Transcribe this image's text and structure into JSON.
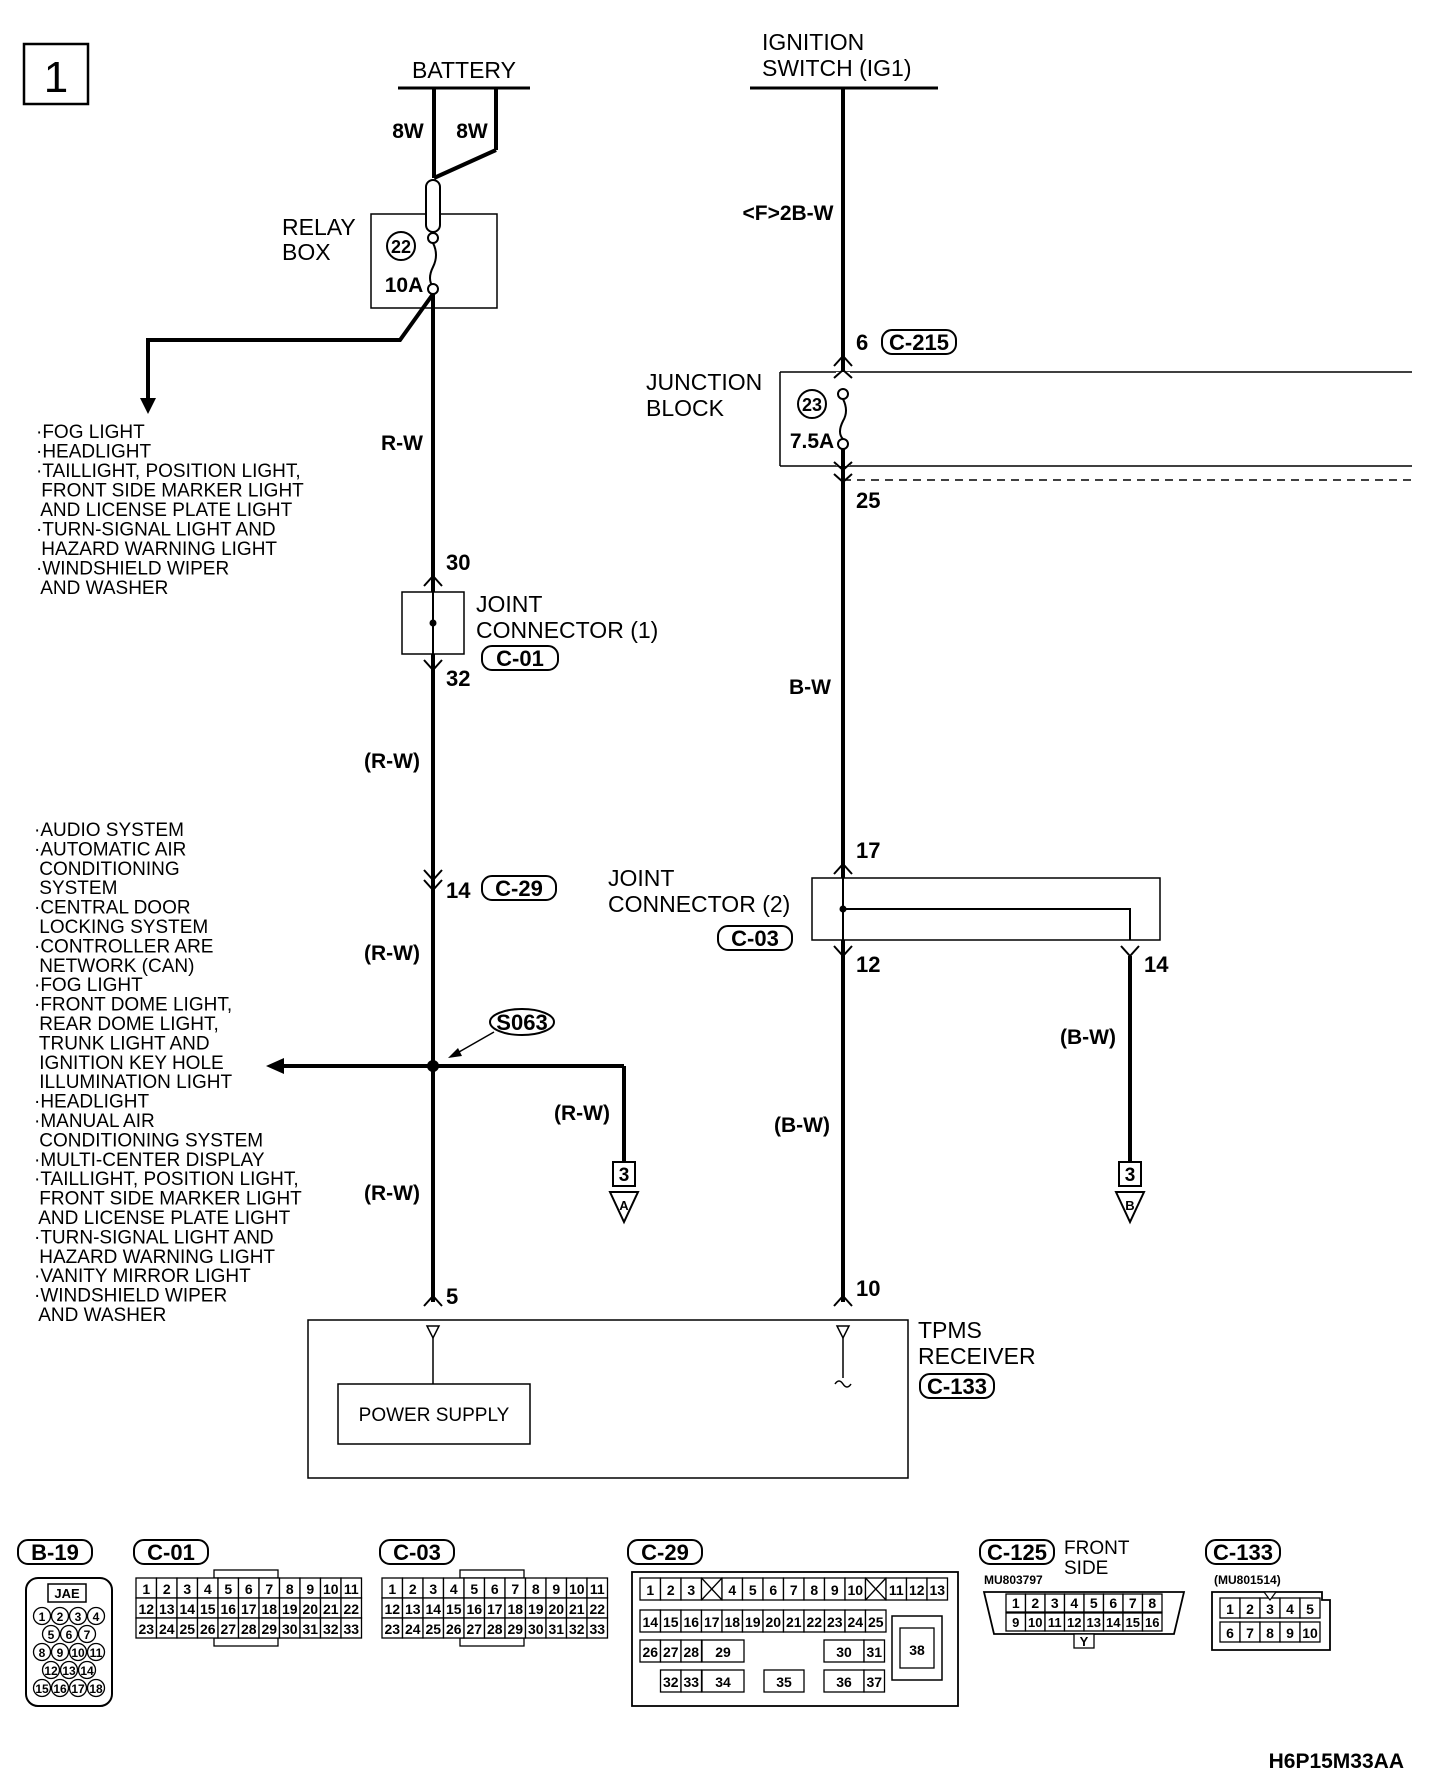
{
  "page_number": "1",
  "battery": {
    "label": "BATTERY",
    "wire_left": "8W",
    "wire_right": "8W"
  },
  "relay_box": {
    "label_line1": "RELAY",
    "label_line2": "BOX",
    "fuse_number": "22",
    "fuse_rating": "10A"
  },
  "ignition_switch": {
    "label_line1": "IGNITION",
    "label_line2": "SWITCH (IG1)",
    "wire": "<F>2B-W"
  },
  "fog_branch_list": [
    "·FOG LIGHT",
    "·HEADLIGHT",
    "·TAILLIGHT, POSITION LIGHT,",
    " FRONT SIDE MARKER LIGHT",
    " AND LICENSE PLATE LIGHT",
    "·TURN-SIGNAL LIGHT AND",
    " HAZARD WARNING LIGHT",
    "·WINDSHIELD WIPER",
    " AND WASHER"
  ],
  "wires": {
    "rw1": "R-W",
    "rw2": "(R-W)",
    "rw3": "(R-W)",
    "rw4": "(R-W)",
    "rw_branch": "(R-W)",
    "bw1": "B-W",
    "bw2": "(B-W)",
    "bw3": "(B-W)"
  },
  "junction_block": {
    "label_line1": "JUNCTION",
    "label_line2": "BLOCK",
    "fuse_number": "23",
    "fuse_rating": "7.5A",
    "pin_in": "6",
    "connector_in": "C-215",
    "pin_out": "25"
  },
  "joint_connector_1": {
    "label_line1": "JOINT",
    "label_line2": "CONNECTOR (1)",
    "connector": "C-01",
    "pin_in": "30",
    "pin_out": "32"
  },
  "c29_pin": {
    "pin": "14",
    "connector": "C-29"
  },
  "splice": {
    "label": "S063"
  },
  "splice_branch_list": [
    "·AUDIO SYSTEM",
    "·AUTOMATIC AIR",
    " CONDITIONING",
    " SYSTEM",
    "·CENTRAL DOOR",
    " LOCKING SYSTEM",
    "·CONTROLLER ARE",
    " NETWORK (CAN)",
    "·FOG LIGHT",
    "·FRONT DOME LIGHT,",
    " REAR DOME LIGHT,",
    " TRUNK LIGHT AND",
    " IGNITION KEY HOLE",
    " ILLUMINATION LIGHT",
    "·HEADLIGHT",
    "·MANUAL AIR",
    " CONDITIONING SYSTEM",
    "·MULTI-CENTER DISPLAY",
    "·TAILLIGHT, POSITION LIGHT,",
    " FRONT SIDE MARKER LIGHT",
    " AND LICENSE PLATE LIGHT",
    "·TURN-SIGNAL LIGHT AND",
    " HAZARD WARNING LIGHT",
    "·VANITY MIRROR LIGHT",
    "·WINDSHIELD WIPER",
    " AND WASHER"
  ],
  "joint_connector_2": {
    "label_line1": "JOINT",
    "label_line2": "CONNECTOR (2)",
    "connector": "C-03",
    "pin_in": "17",
    "pin_out": "12",
    "pin_branch": "14"
  },
  "page_refs": {
    "a_page": "3",
    "a_letter": "A",
    "b_page": "3",
    "b_letter": "B"
  },
  "tpms": {
    "label_line1": "TPMS",
    "label_line2": "RECEIVER",
    "connector": "C-133",
    "pin_left": "5",
    "pin_right": "10",
    "power_supply": "POWER SUPPLY"
  },
  "connectors_legend": {
    "b19": {
      "name": "B-19",
      "tag": "JAE",
      "pins": [
        "1",
        "2",
        "3",
        "4",
        "5",
        "6",
        "7",
        "8",
        "9",
        "10",
        "11",
        "12",
        "13",
        "14",
        "15",
        "16",
        "17",
        "18"
      ]
    },
    "c01": {
      "name": "C-01",
      "row1": [
        "1",
        "2",
        "3",
        "4",
        "5",
        "6",
        "7",
        "8",
        "9",
        "10",
        "11"
      ],
      "row2": [
        "12",
        "13",
        "14",
        "15",
        "16",
        "17",
        "18",
        "19",
        "20",
        "21",
        "22"
      ],
      "row3": [
        "23",
        "24",
        "25",
        "26",
        "27",
        "28",
        "29",
        "30",
        "31",
        "32",
        "33"
      ]
    },
    "c03": {
      "name": "C-03",
      "row1": [
        "1",
        "2",
        "3",
        "4",
        "5",
        "6",
        "7",
        "8",
        "9",
        "10",
        "11"
      ],
      "row2": [
        "12",
        "13",
        "14",
        "15",
        "16",
        "17",
        "18",
        "19",
        "20",
        "21",
        "22"
      ],
      "row3": [
        "23",
        "24",
        "25",
        "26",
        "27",
        "28",
        "29",
        "30",
        "31",
        "32",
        "33"
      ]
    },
    "c29": {
      "name": "C-29",
      "row1": [
        "1",
        "2",
        "3",
        "4",
        "5",
        "6",
        "7",
        "8",
        "9",
        "10",
        "11",
        "12",
        "13"
      ],
      "row2": [
        "14",
        "15",
        "16",
        "17",
        "18",
        "19",
        "20",
        "21",
        "22",
        "23",
        "24",
        "25"
      ],
      "row3": [
        "26",
        "27",
        "28",
        "29",
        "30",
        "31"
      ],
      "row4": [
        "32",
        "33",
        "34",
        "35",
        "36",
        "37"
      ],
      "big": "38"
    },
    "c125": {
      "name": "C-125",
      "side_line1": "FRONT",
      "side_line2": "SIDE",
      "part": "MU803797",
      "row1": [
        "1",
        "2",
        "3",
        "4",
        "5",
        "6",
        "7",
        "8"
      ],
      "row2": [
        "9",
        "10",
        "11",
        "12",
        "13",
        "14",
        "15",
        "16"
      ],
      "key": "Y"
    },
    "c133": {
      "name": "C-133",
      "part": "(MU801514)",
      "row1": [
        "1",
        "2",
        "3",
        "4",
        "5"
      ],
      "row2": [
        "6",
        "7",
        "8",
        "9",
        "10"
      ]
    }
  },
  "figure_code": "H6P15M33AA"
}
